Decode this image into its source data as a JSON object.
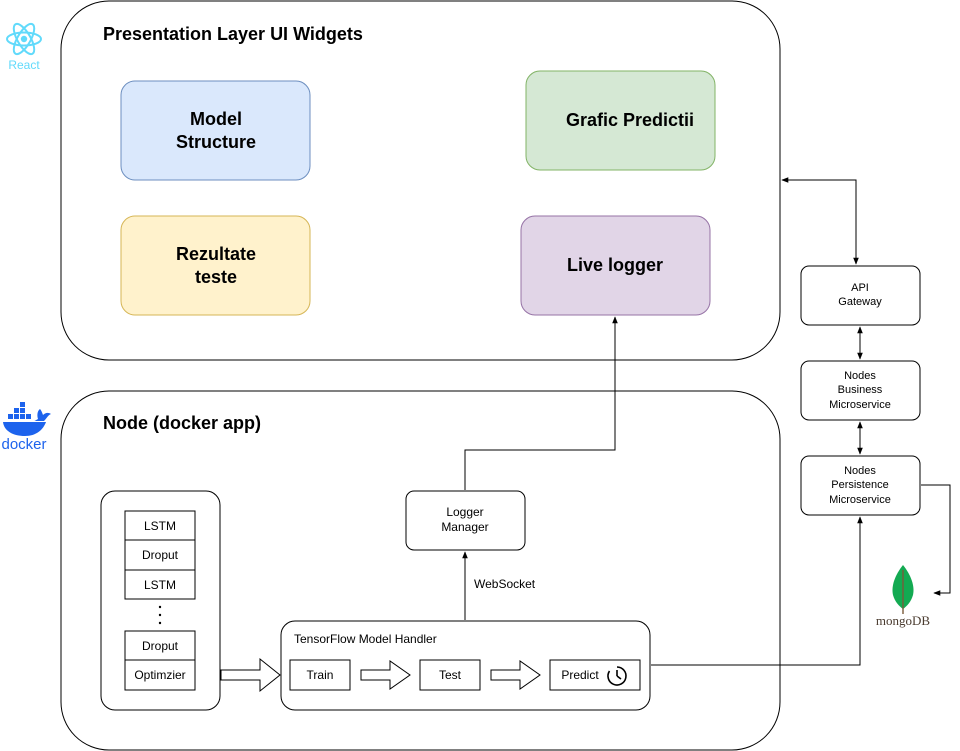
{
  "logos": {
    "react": "React",
    "docker": "docker",
    "mongodb": "mongoDB"
  },
  "presentation": {
    "title": "Presentation Layer UI Widgets",
    "widgets": {
      "model_structure": [
        "Model",
        "Structure"
      ],
      "grafic": "Grafic Predictii",
      "rezultate": [
        "Rezultate",
        "teste"
      ],
      "live_logger": "Live logger"
    }
  },
  "node": {
    "title": "Node (docker app)",
    "layers": [
      "LSTM",
      "Droput",
      "LSTM",
      "Droput",
      "Optimzier"
    ],
    "logger_manager": [
      "Logger",
      "Manager"
    ],
    "websocket": "WebSocket",
    "handler": {
      "title": "TensorFlow Model Handler",
      "steps": [
        "Train",
        "Test",
        "Predict"
      ]
    }
  },
  "services": {
    "api_gateway": [
      "API",
      "Gateway"
    ],
    "business": [
      "Nodes",
      "Business",
      "Microservice"
    ],
    "persistence": [
      "Nodes",
      "Persistence",
      "Microservice"
    ]
  },
  "colors": {
    "react": "#61DAFB",
    "docker": "#1D63ED",
    "mongo_leaf": "#13AA52",
    "mongo_text": "#4A3B2F",
    "model_structure_fill": "#DAE8FC",
    "model_structure_stroke": "#6C8EBF",
    "grafic_fill": "#D5E8D4",
    "grafic_stroke": "#82B366",
    "rezultate_fill": "#FFF2CC",
    "rezultate_stroke": "#D6B656",
    "logger_fill": "#E1D5E7",
    "logger_stroke": "#9673A6"
  }
}
